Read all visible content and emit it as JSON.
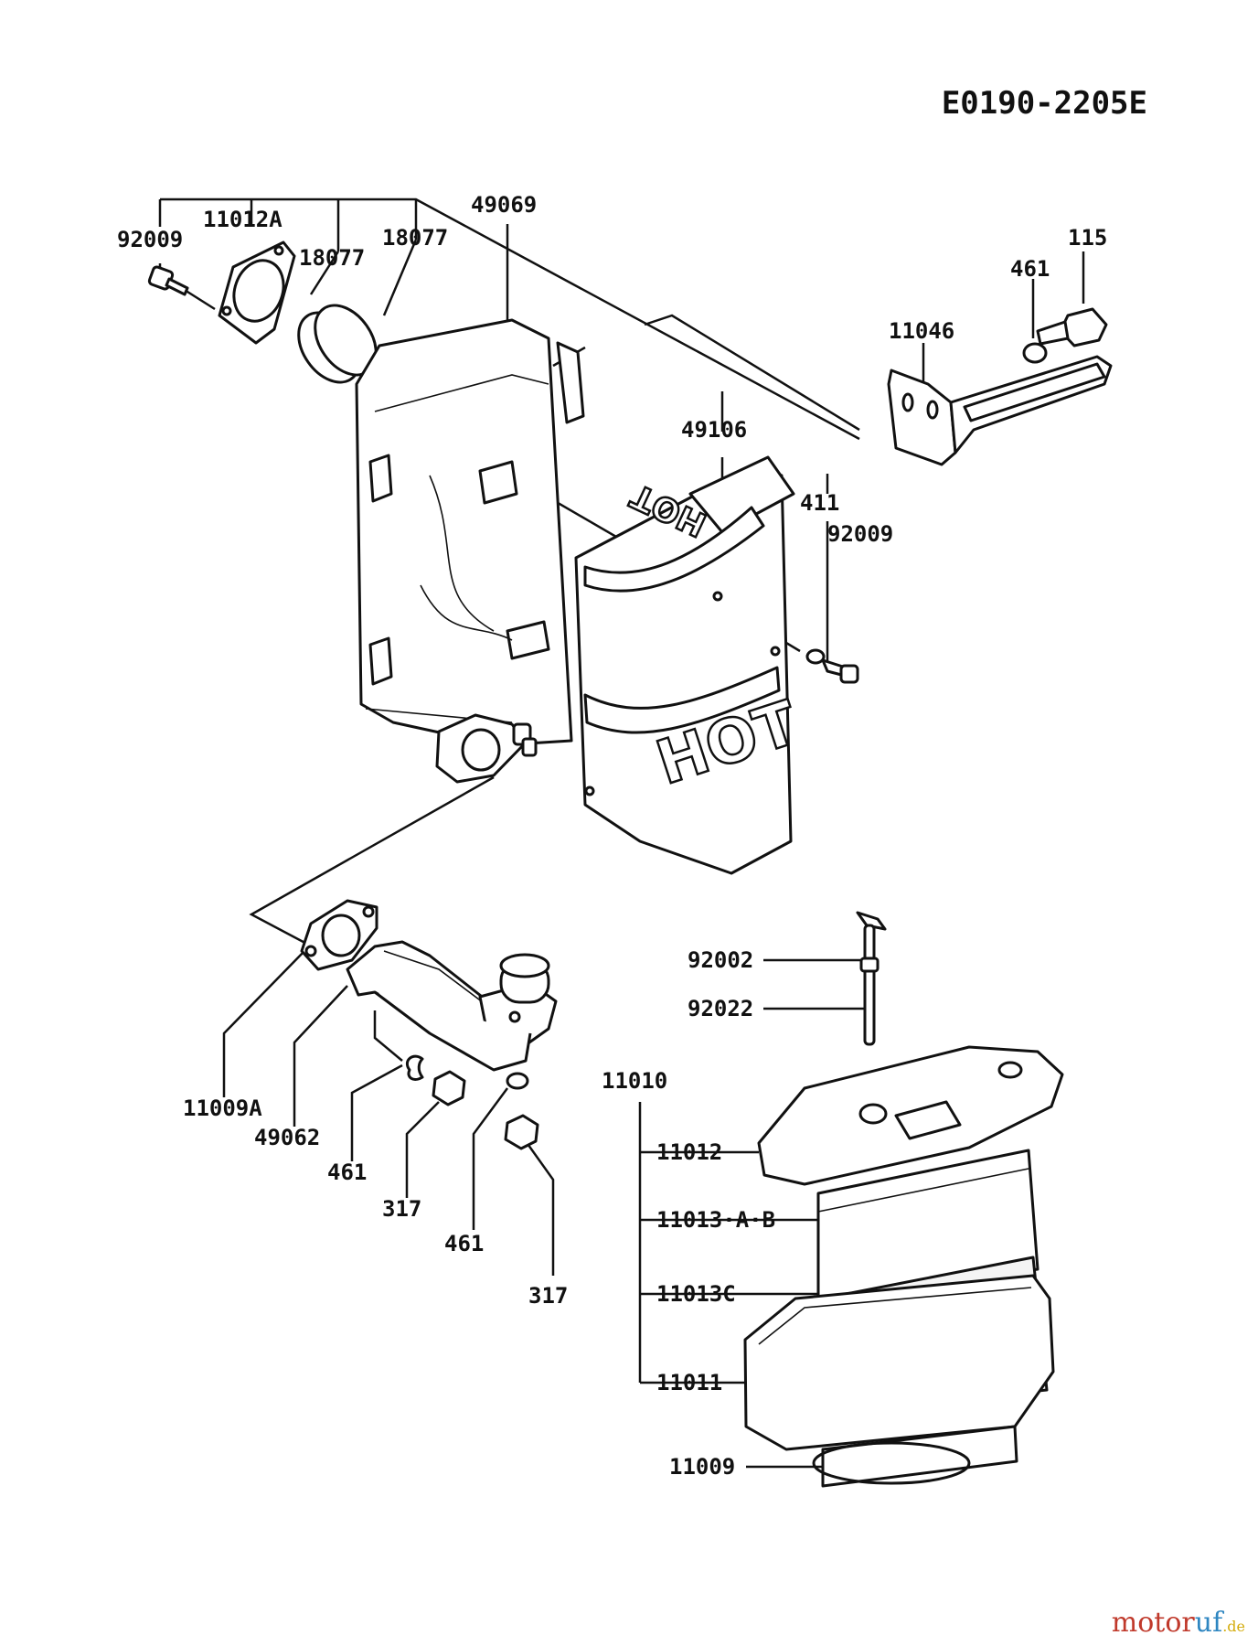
{
  "diagram_code": "E0190-2205E",
  "labels": {
    "l_92009_a": "92009",
    "l_11012A": "11012A",
    "l_18077_a": "18077",
    "l_18077_b": "18077",
    "l_49069": "49069",
    "l_115": "115",
    "l_461_a": "461",
    "l_11046": "11046",
    "l_49106": "49106",
    "l_411": "411",
    "l_92009_b": "92009",
    "l_11009A": "11009A",
    "l_49062": "49062",
    "l_461_b": "461",
    "l_317_a": "317",
    "l_461_c": "461",
    "l_317_b": "317",
    "l_92002": "92002",
    "l_92022": "92022",
    "l_11010": "11010",
    "l_11012": "11012",
    "l_11013AB": "11013·A·B",
    "l_11013C": "11013C",
    "l_11011": "11011",
    "l_11009": "11009"
  },
  "stamps": {
    "hot_top": "HOT",
    "hot_front": "HOT"
  },
  "brand": {
    "name_a": "motor",
    "name_b": "uf",
    "suffix": ".de"
  }
}
